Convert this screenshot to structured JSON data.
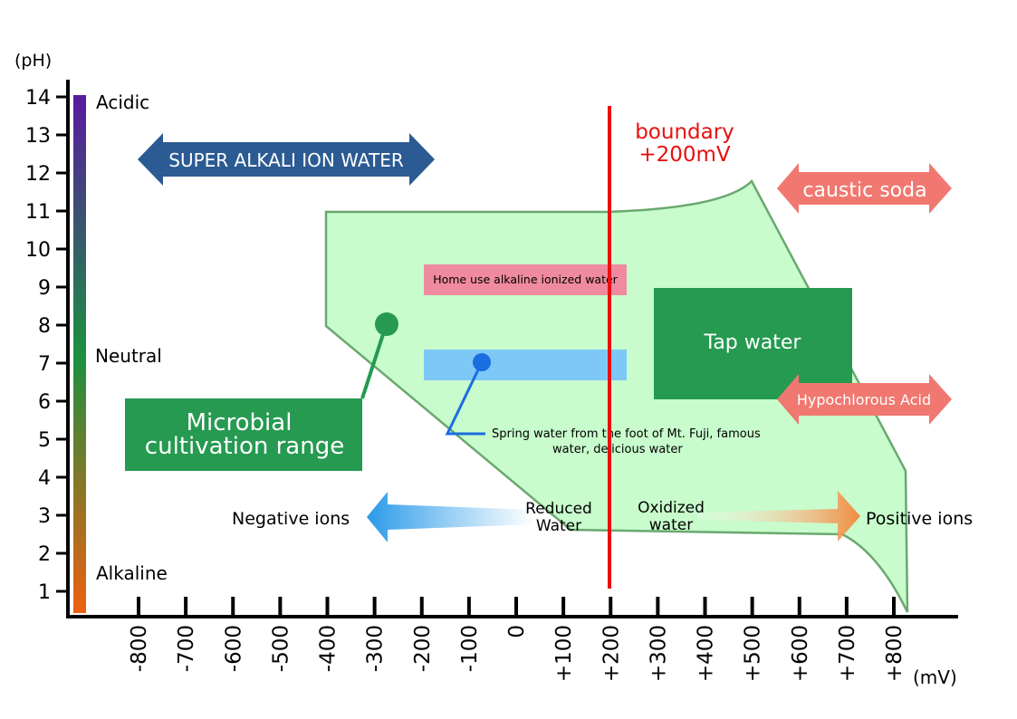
{
  "axes": {
    "y_unit": "(pH)",
    "x_unit": "(mV)",
    "y_ticks": [
      "1",
      "2",
      "3",
      "4",
      "5",
      "6",
      "7",
      "8",
      "9",
      "10",
      "11",
      "12",
      "13",
      "14"
    ],
    "x_ticks": [
      "-800",
      "-700",
      "-600",
      "-500",
      "-400",
      "-300",
      "-200",
      "-100",
      "0",
      "+100",
      "+200",
      "+300",
      "+400",
      "+500",
      "+600",
      "+700",
      "+800"
    ]
  },
  "scale": {
    "top": "Acidic",
    "middle": "Neutral",
    "bottom": "Alkaline",
    "colors": [
      "#5a1aa0",
      "#1a9040",
      "#ee6010"
    ]
  },
  "boundary": {
    "line1": "boundary",
    "line2": "+200mV",
    "color": "#e81010"
  },
  "labels": {
    "super_alkali": "SUPER ALKALI ION WATER",
    "caustic_soda": "caustic soda",
    "home_use": "Home use alkaline ionized water",
    "tap_water": "Tap water",
    "hypochlorous": "Hypochlorous Acid",
    "microbial_1": "Microbial",
    "microbial_2": "cultivation range",
    "spring_1": "Spring water from the foot of Mt. Fuji, famous",
    "spring_2": "water, delicious water",
    "negative_ions": "Negative ions",
    "reduced_1": "Reduced",
    "reduced_2": "Water",
    "oxidized_1": "Oxidized",
    "oxidized_2": "water",
    "positive_ions": "Positive ions"
  },
  "colors": {
    "region_fill": "#c8fccc",
    "region_stroke": "#6aa870",
    "super_alkali": "#2b5b92",
    "caustic": "#f07870",
    "home_use": "#f08aa0",
    "spring_band": "#7ec8f8",
    "tap_water": "#259a50",
    "microbial": "#259a50",
    "negative_arrow": "#2a9ae8",
    "positive_arrow": "#f08c40"
  }
}
